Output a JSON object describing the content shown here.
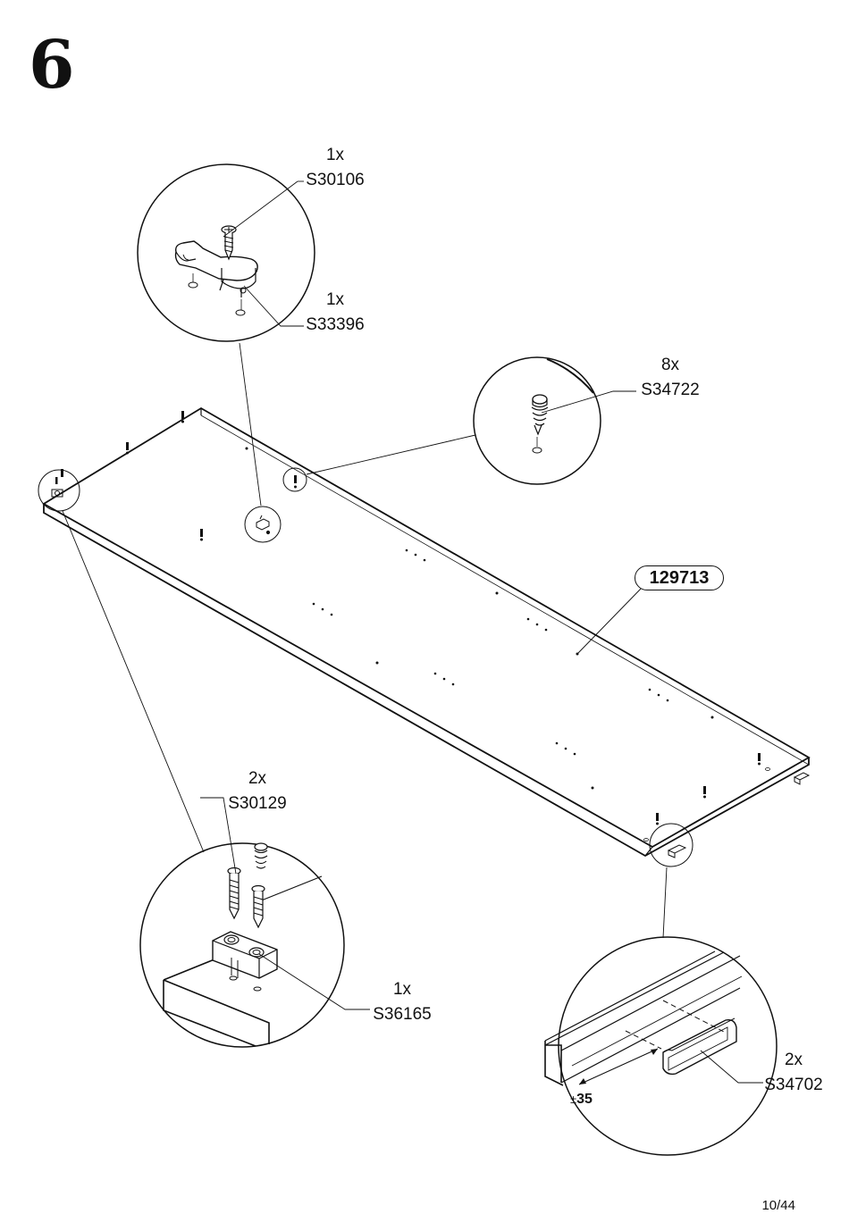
{
  "step": {
    "number": "6"
  },
  "page": {
    "number": "10/44"
  },
  "panel": {
    "id": "129713"
  },
  "parts": [
    {
      "qty": "1x",
      "code": "S30106"
    },
    {
      "qty": "1x",
      "code": "S33396"
    },
    {
      "qty": "8x",
      "code": "S34722"
    },
    {
      "qty": "2x",
      "code": "S30129"
    },
    {
      "qty": "1x",
      "code": "S36165"
    },
    {
      "qty": "2x",
      "code": "S34702"
    }
  ],
  "measurement": {
    "prefix": "±",
    "value": "35"
  }
}
